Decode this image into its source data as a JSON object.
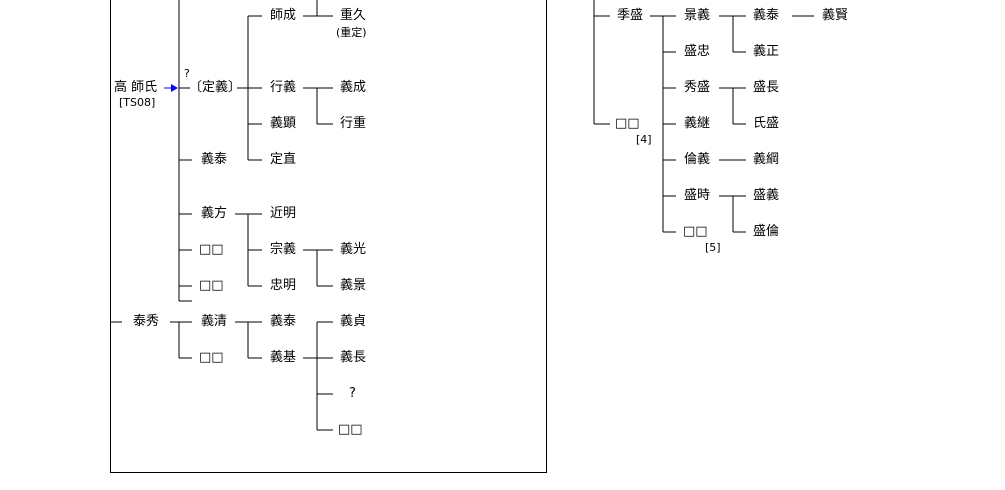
{
  "colors": {
    "line": "#000000",
    "arrow": "#0000ff"
  },
  "people": {
    "shisei": "師成",
    "shigehisa": "重久",
    "shigehisa_note": "(重定)",
    "question_top": "?",
    "takashi_root": "高 師氏",
    "ts08": "[TS08]",
    "sadayoshi": "〔定義〕",
    "yukiyoshi": "行義",
    "yoshinari": "義成",
    "yoshiaki": "義顕",
    "yukishige": "行重",
    "yoshiyasu_a": "義泰",
    "sadanao": "定直",
    "yoshikata": "義方",
    "chikaaki": "近明",
    "unknown_a": "□□",
    "muneyoshi": "宗義",
    "yoshimitsu": "義光",
    "unknown_b": "□□",
    "tadaaki": "忠明",
    "yoshikage": "義景",
    "yasuhide": "泰秀",
    "yoshikiyo": "義清",
    "yoshiyasu_b": "義泰",
    "yoshisada": "義貞",
    "unknown_c": "□□",
    "yoshimoto": "義基",
    "yoshinaga": "義長",
    "question_bottom": "?",
    "unknown_d": "□□",
    "suemori": "季盛",
    "kageyoshi": "景義",
    "yoshiyasu_c": "義泰",
    "yoshikata2": "義賢",
    "moritada": "盛忠",
    "yoshimasa": "義正",
    "hidemori": "秀盛",
    "morinaga": "盛長",
    "unknown_e": "□□",
    "note4": "[4]",
    "yoshitsugu": "義継",
    "ujimori": "氏盛",
    "noriyoshi": "倫義",
    "yoshitsuna": "義綱",
    "moritoki": "盛時",
    "moriyoshi": "盛義",
    "unknown_f": "□□",
    "note5": "[5]",
    "morinori": "盛倫"
  }
}
